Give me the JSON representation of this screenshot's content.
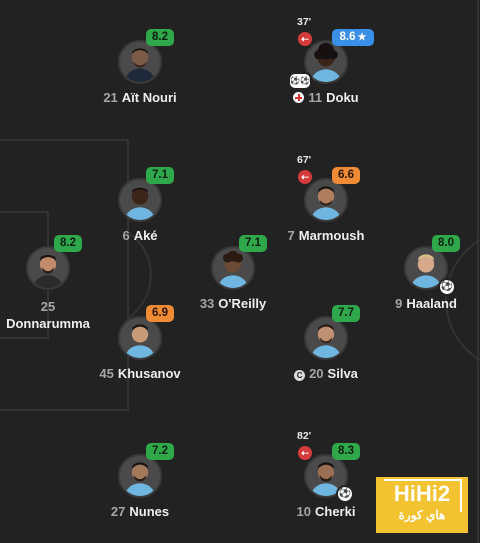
{
  "colors": {
    "background": "#222222",
    "rating_green": "#2ea84a",
    "rating_orange": "#ef8a35",
    "rating_blue": "#3a8fe6",
    "sub_red": "#d63b3b"
  },
  "players": {
    "ait_nouri": {
      "number": "21",
      "name": "Aït Nouri",
      "rating": "8.2"
    },
    "doku": {
      "number": "11",
      "name": "Doku",
      "rating": "8.6",
      "minute": "37'",
      "badge": "star-icon"
    },
    "ake": {
      "number": "6",
      "name": "Aké",
      "rating": "7.1"
    },
    "marmoush": {
      "number": "7",
      "name": "Marmoush",
      "rating": "6.6",
      "minute": "67'"
    },
    "donnarumma": {
      "number": "25",
      "name": "Donnarumma",
      "rating": "8.2"
    },
    "oreilly": {
      "number": "33",
      "name": "O'Reilly",
      "rating": "7.1"
    },
    "haaland": {
      "number": "9",
      "name": "Haaland",
      "rating": "8.0"
    },
    "khusanov": {
      "number": "45",
      "name": "Khusanov",
      "rating": "6.9"
    },
    "silva": {
      "number": "20",
      "name": "Silva",
      "rating": "7.7",
      "captain_mark": "C"
    },
    "nunes": {
      "number": "27",
      "name": "Nunes",
      "rating": "7.2"
    },
    "cherki": {
      "number": "10",
      "name": "Cherki",
      "rating": "8.3",
      "minute": "82'"
    }
  },
  "logo": {
    "main": "HiHi2",
    "sub": "هاي كورة"
  }
}
